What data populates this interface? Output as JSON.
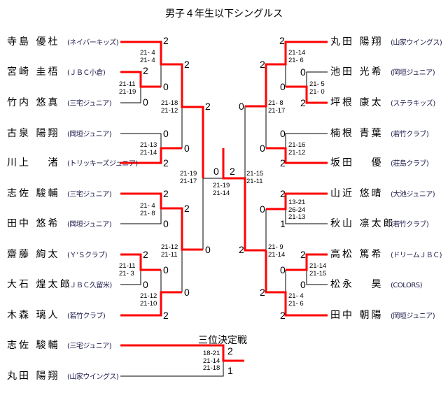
{
  "title": "男子４年生以下シングルス",
  "third_place_title": "三位決定戦",
  "left_players": [
    {
      "name": "寺島 優杜",
      "team": "(ネイバーキッズ)"
    },
    {
      "name": "宮崎 圭梧",
      "team": "(ＪＢＣ小倉)"
    },
    {
      "name": "竹内 悠真",
      "team": "(三宅ジュニア)"
    },
    {
      "name": "古泉 陽翔",
      "team": "(岡垣ジュニア)"
    },
    {
      "name": "川上　 渚",
      "team": "(トリッキーズジュニア)"
    },
    {
      "name": "志佐 駿輔",
      "team": "(三宅ジュニア)"
    },
    {
      "name": "田中 悠希",
      "team": "(岡垣ジュニア)"
    },
    {
      "name": "齋藤 絢太",
      "team": "(Ｙ’Ｓクラブ)"
    },
    {
      "name": "大石 煌太郎",
      "team": "(ＪＢＣ久留米)"
    },
    {
      "name": "木森 璃人",
      "team": "(若竹クラブ)"
    }
  ],
  "right_players": [
    {
      "name": "丸田 陽翔",
      "team": "(山家ウイングス)"
    },
    {
      "name": "池田 光希",
      "team": "(岡垣ジュニア)"
    },
    {
      "name": "坪根 康太",
      "team": "(ステラキッズ)"
    },
    {
      "name": "楠根 青葉",
      "team": "(若竹クラブ)"
    },
    {
      "name": "坂田　 優",
      "team": "(荘島クラブ)"
    },
    {
      "name": "山近 悠晴",
      "team": "(大池ジュニア)"
    },
    {
      "name": "秋山 凛太郎",
      "team": "(若竹クラブ)"
    },
    {
      "name": "高松 篤希",
      "team": "(ドリームＪＢＣ)"
    },
    {
      "name": "松永　 昊",
      "team": "(COLORS)"
    },
    {
      "name": "田中 朝陽",
      "team": "(岡垣ジュニア)"
    }
  ],
  "third_place_players": [
    {
      "name": "志佐 駿輔",
      "team": "(三宅ジュニア)"
    },
    {
      "name": "丸田 陽翔",
      "team": "(山家ウイングス)"
    }
  ],
  "matches": [
    {
      "games": [
        "21-11",
        "21-19"
      ],
      "a": "2",
      "b": "0"
    },
    {
      "games": [
        "21- 4",
        "21- 4"
      ],
      "a": "2",
      "b": "0"
    },
    {
      "games": [
        "21-13",
        "21-14"
      ],
      "a": "0",
      "b": "2"
    },
    {
      "games": [
        "21-18",
        "21-12"
      ],
      "a": "2",
      "b": "0"
    },
    {
      "games": [
        "21- 4",
        "21- 8"
      ],
      "a": "2",
      "b": "0"
    },
    {
      "games": [
        "21-11",
        "21- 3"
      ],
      "a": "2",
      "b": "0"
    },
    {
      "games": [
        "21-12",
        "21-10"
      ],
      "a": "0",
      "b": "2"
    },
    {
      "games": [
        "21-12",
        "21-11"
      ],
      "a": "2",
      "b": "0"
    },
    {
      "games": [
        "21-19",
        "21-17"
      ],
      "a": "2",
      "b": "0"
    },
    {
      "games": [
        "21-19",
        "21-14"
      ],
      "a": "0",
      "b": "2"
    },
    {
      "games": [
        "21-15",
        "21-11"
      ],
      "a": "0",
      "b": "2"
    },
    {
      "games": [
        "21-14",
        "21- 6"
      ],
      "a": "2",
      "b": "0"
    },
    {
      "games": [
        "21- 5",
        "21- 0"
      ],
      "a": "0",
      "b": "2"
    },
    {
      "games": [
        "21-16",
        "21-12"
      ],
      "a": "0",
      "b": "2"
    },
    {
      "games": [
        "21- 8",
        "21-17"
      ],
      "a": "2",
      "b": "0"
    },
    {
      "games": [
        "13-21",
        "26-24",
        "21-13"
      ],
      "a": "2",
      "b": "1"
    },
    {
      "games": [
        "21-14",
        "21-15"
      ],
      "a": "2",
      "b": "0"
    },
    {
      "games": [
        "21- 4",
        "21- 6"
      ],
      "a": "0",
      "b": "2"
    },
    {
      "games": [
        "21- 9",
        "21-14"
      ],
      "a": "0",
      "b": "2"
    },
    {
      "games": [
        "18-21",
        "21-14",
        "21-18"
      ],
      "a": "2",
      "b": "1"
    }
  ],
  "colors": {
    "winner_line": "#ff0000",
    "line": "#000000"
  }
}
